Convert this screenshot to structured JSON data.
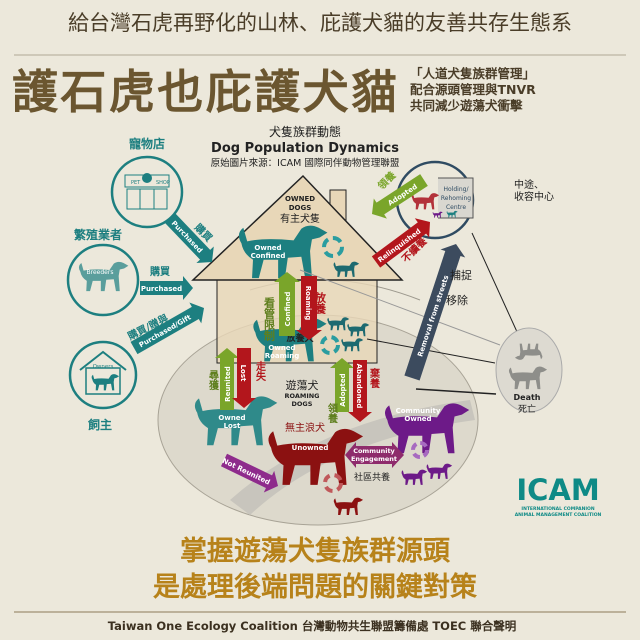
{
  "header": {
    "subtitle": "給台灣石虎再野化的山林、庇護犬貓的友善共存生態系",
    "title": "護石虎也庇護犬貓",
    "side_lines": [
      "「人道犬隻族群管理」",
      "配合源頭管理與TNVR",
      "共同減少遊蕩犬衝擊"
    ]
  },
  "diagram": {
    "title_zh": "犬隻族群動態",
    "title_en": "Dog Population Dynamics",
    "source": "原始圖片來源：ICAM 國際同伴動物管理聯盟",
    "sources": {
      "pet_shop": {
        "label": "寵物店",
        "sign_left": "PET",
        "sign_right": "SHOP"
      },
      "breeders": {
        "label": "繁殖業者",
        "icon_text": "Breeders"
      },
      "owners": {
        "label": "飼主",
        "icon_text": "Owners"
      }
    },
    "house": {
      "roof_en_1": "OWNED",
      "roof_en_2": "DOGS",
      "roof_zh": "有主犬隻",
      "owned_confined_1": "Owned",
      "owned_confined_2": "Confined",
      "owned_roaming_zh": "放養犬",
      "owned_roaming_1": "Owned",
      "owned_roaming_2": "Roaming"
    },
    "roaming": {
      "zh": "遊蕩犬",
      "en_1": "ROAMING",
      "en_2": "DOGS",
      "owned_lost_1": "Owned",
      "owned_lost_2": "Lost",
      "unowned_zh": "無主浪犬",
      "unowned": "Unowned",
      "community_1": "Community",
      "community_2": "Owned",
      "community_zh": "社區共養"
    },
    "holding": {
      "label": "中途、收容中心",
      "label_1": "中途、",
      "label_2": "收容中心",
      "sign_1": "Holding/",
      "sign_2": "Rehoming",
      "sign_3": "Centre"
    },
    "death": {
      "en": "Death",
      "zh": "死亡"
    },
    "arrows": {
      "petshop_purchased": {
        "en": "Purchased",
        "zh": "購買"
      },
      "breeders_purchased": {
        "en": "Purchased",
        "zh": "購買"
      },
      "owners_purchased": {
        "en": "Purchased/Gift",
        "zh": "購買/贈與"
      },
      "adopted_from_centre": {
        "en": "Adopted",
        "zh": "領養"
      },
      "relinquished": {
        "en": "Relinquished",
        "zh": "不續養"
      },
      "removal": {
        "en": "Removal from streets",
        "zh_1": "捕捉",
        "zh_2": "移除"
      },
      "confined": {
        "en": "Confined",
        "zh": "看管限制"
      },
      "roaming": {
        "en": "Roaming",
        "zh": "放養"
      },
      "reunited": {
        "en": "Reunited",
        "zh": "尋獲"
      },
      "lost": {
        "en": "Lost",
        "zh": "走失"
      },
      "adopted": {
        "en": "Adopted",
        "zh": "領養"
      },
      "abandoned": {
        "en": "Abandoned",
        "zh": "棄養"
      },
      "not_reunited": {
        "en": "Not Reunited"
      },
      "community_engagement": {
        "en_1": "Community",
        "en_2": "Engagement"
      }
    }
  },
  "logo": {
    "name": "ICAM",
    "line_1": "INTERNATIONAL COMPANION",
    "line_2": "ANIMAL MANAGEMENT COALITION"
  },
  "conclusion": {
    "line_1": "掌握遊蕩犬隻族群源頭",
    "line_2": "是處理後端問題的關鍵對策"
  },
  "footer": {
    "text": "Taiwan One Ecology Coalition 台灣動物共生聯盟籌備處 TOEC 聯合聲明"
  },
  "colors": {
    "teal": "#1d7f80",
    "green": "#7aa52a",
    "red": "#b3161c",
    "purple": "#6d1a88",
    "darkred": "#8b1111",
    "navy": "#3c4b5e",
    "brown": "#6b5630",
    "gold": "#b7821a"
  }
}
